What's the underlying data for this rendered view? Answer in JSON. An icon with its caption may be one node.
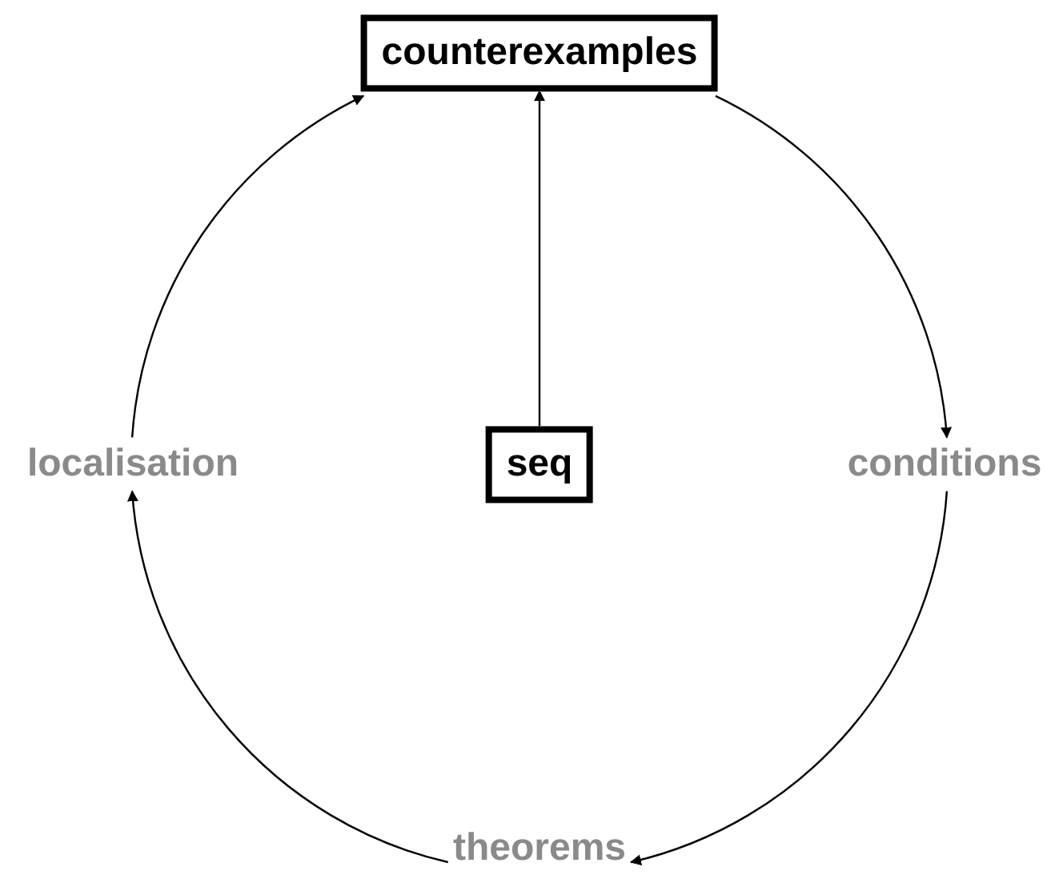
{
  "diagram": {
    "nodes": [
      {
        "text": [
          "counterexamples"
        ]
      },
      {
        "text": [
          "seq"
        ]
      },
      {
        "text": [
          "conditions"
        ]
      },
      {
        "text": [
          "theorems"
        ]
      },
      {
        "text": [
          "localisation"
        ]
      }
    ],
    "edges": [
      {
        "from": 1,
        "to": 0,
        "arrow": "to"
      },
      {
        "from": 0,
        "to": 2,
        "arrow": "to"
      },
      {
        "from": 2,
        "to": 3,
        "arrow": "to"
      },
      {
        "from": 3,
        "to": 4,
        "arrow": "to"
      },
      {
        "from": 4,
        "to": 0,
        "arrow": "to"
      }
    ]
  }
}
